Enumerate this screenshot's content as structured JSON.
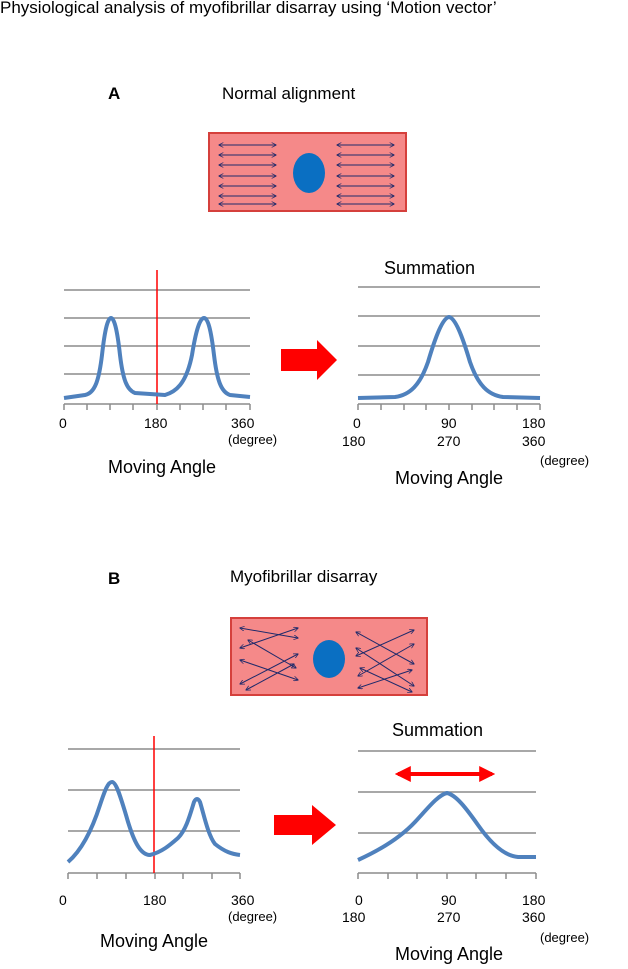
{
  "title": "Physiological analysis of myofibrillar disarray using ‘Motion vector’",
  "colors": {
    "cell_fill": "#F58989",
    "cell_border": "#D5403C",
    "nucleus": "#0A6FC2",
    "curve": "#4F81BD",
    "red": "#FF0000",
    "grid": "#8C8C8C",
    "arrow_vec": "#1F2A6B"
  },
  "panel_a": {
    "letter": "A",
    "heading": "Normal alignment",
    "summation": "Summation",
    "left_ticks": [
      "0",
      "180",
      "360"
    ],
    "left_unit": "(degree)",
    "right_ticks_top": [
      "0",
      "90",
      "180"
    ],
    "right_ticks_bottom": [
      "180",
      "270",
      "360"
    ],
    "right_unit": "(degree)",
    "axis_left": "Moving Angle",
    "axis_right": "Moving Angle"
  },
  "panel_b": {
    "letter": "B",
    "heading": "Myofibrillar disarray",
    "summation": "Summation",
    "left_ticks": [
      "0",
      "180",
      "360"
    ],
    "left_unit": "(degree)",
    "right_ticks_top": [
      "0",
      "90",
      "180"
    ],
    "right_ticks_bottom": [
      "180",
      "270",
      "360"
    ],
    "right_unit": "(degree)",
    "axis_left": "Moving Angle",
    "axis_right": "Moving Angle"
  }
}
